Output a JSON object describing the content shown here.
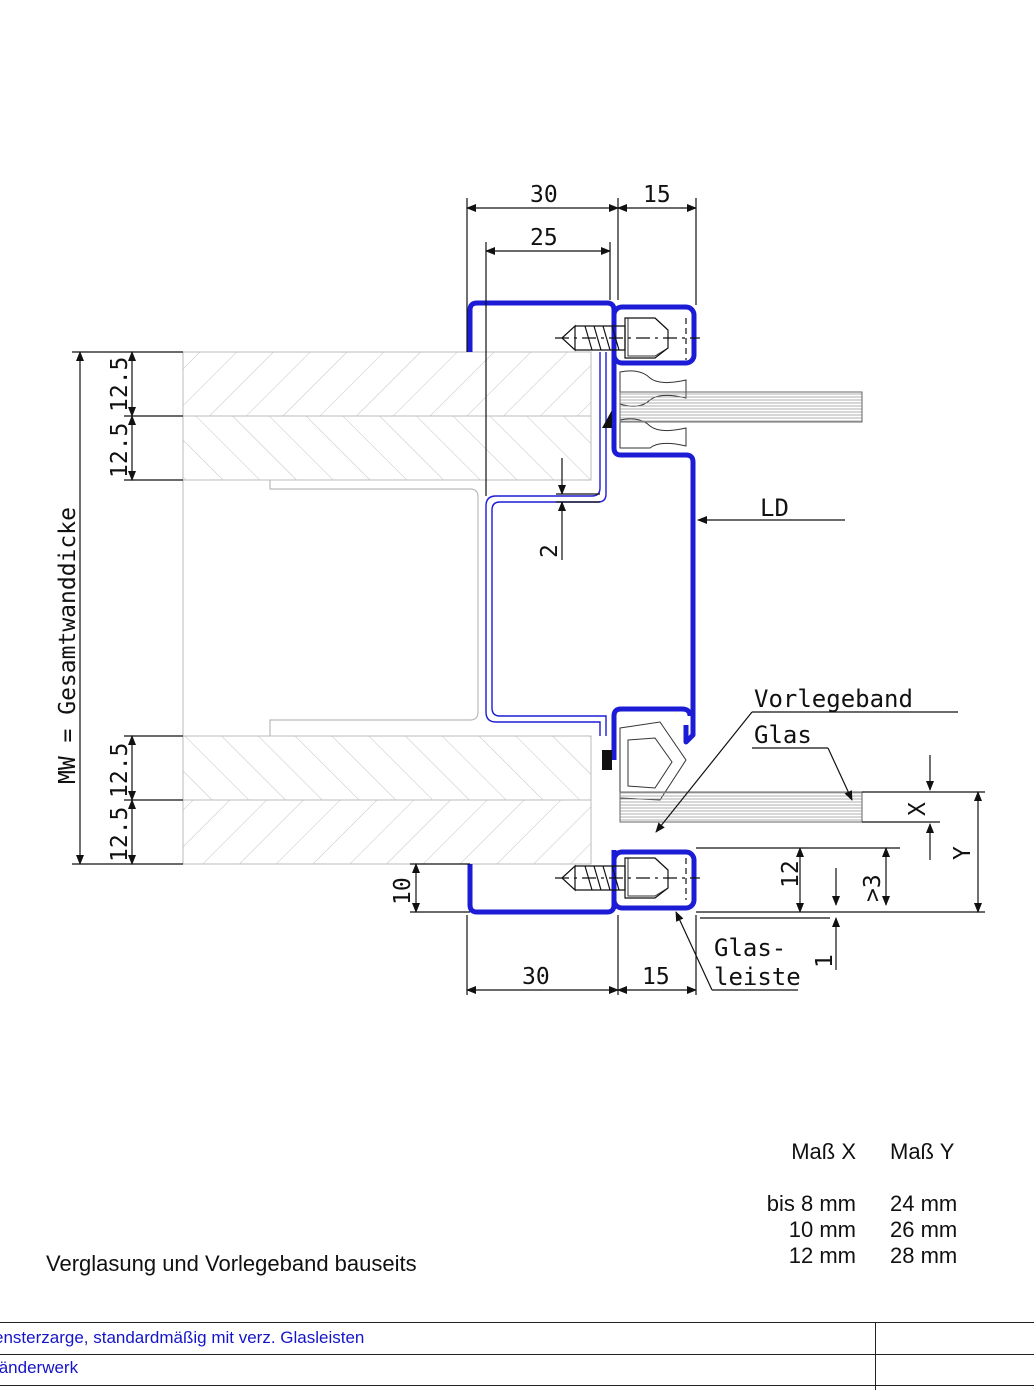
{
  "drawing": {
    "dims": {
      "top_30": "30",
      "top_15": "15",
      "top_25": "25",
      "left_12_5_a": "12.5",
      "left_12_5_b": "12.5",
      "left_12_5_c": "12.5",
      "left_12_5_d": "12.5",
      "mw": "MW = Gesamtwanddicke",
      "gap_2": "2",
      "bottom_10": "10",
      "bottom_30": "30",
      "bottom_15": "15",
      "right_12": "12",
      "right_ge3": ">3",
      "right_1": "1",
      "right_x": "X",
      "right_y": "Y"
    },
    "labels": {
      "ld": "LD",
      "vorlegeband": "Vorlegeband",
      "glas": "Glas",
      "glasleiste_1": "Glas-",
      "glasleiste_2": "leiste"
    },
    "colors": {
      "profile": "#1c1cd6",
      "lines": "#111111",
      "hatch": "#bdbdbd"
    }
  },
  "table": {
    "header_x": "Maß X",
    "header_y": "Maß Y",
    "rows": [
      {
        "x": "bis 8 mm",
        "y": "24 mm"
      },
      {
        "x": "10 mm",
        "y": "26 mm"
      },
      {
        "x": "12 mm",
        "y": "28 mm"
      }
    ]
  },
  "note": "Verglasung und Vorlegeband bauseits",
  "footer": {
    "row1": "ensterzarge, standardmäßig mit verz. Glasleisten",
    "row2": "tänderwerk"
  }
}
